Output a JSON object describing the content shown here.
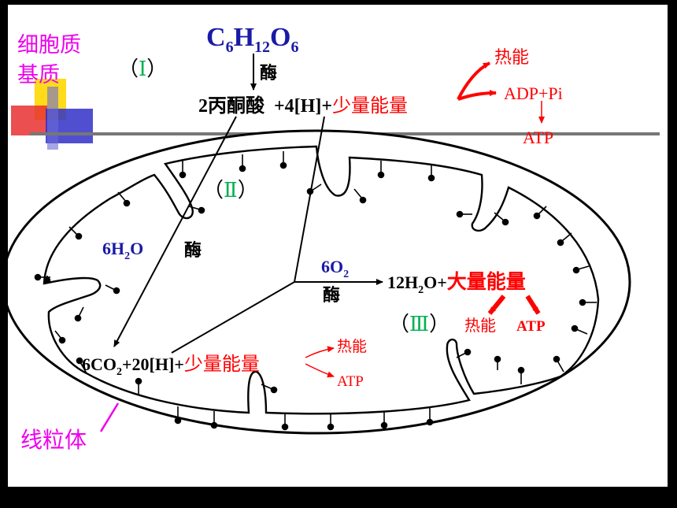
{
  "colors": {
    "black": "#000000",
    "red": "#ff0000",
    "blue": "#1a1aa6",
    "green": "#00b050",
    "magenta": "#ee00ee",
    "deco_yellow": "#ffd700",
    "deco_red": "#e83030",
    "deco_blue": "#3030c8"
  },
  "labels": {
    "cytoplasm_line1": "细胞质",
    "cytoplasm_line2": "基质",
    "mitochondrion": "线粒体",
    "stage1": "（",
    "stage1_num": "Ⅰ",
    "stage1_close": "）",
    "stage2": "（",
    "stage2_num": "Ⅱ",
    "stage2_close": "）",
    "stage3": "（",
    "stage3_num": "Ⅲ",
    "stage3_close": "）"
  },
  "stage1": {
    "glucose": {
      "C": "C",
      "c_sub": "6",
      "H": "H",
      "h_sub": "12",
      "O": "O",
      "o_sub": "6"
    },
    "enzyme": "酶",
    "pyruvate": "2丙酮酸",
    "hydrogen": "+4[H]+",
    "energy": "少量能量",
    "heat": "热能",
    "adp": "ADP+Pi",
    "atp": "ATP"
  },
  "stage2": {
    "water": {
      "pre": "6H",
      "sub": "2",
      "post": "O"
    },
    "enzyme": "酶",
    "co2": {
      "pre": "6CO",
      "sub": "2",
      "post": "+20[H]"
    },
    "plus": "+",
    "energy": "少量能量",
    "heat": "热能",
    "atp": "ATP"
  },
  "stage3": {
    "oxygen": {
      "pre": "6O",
      "sub": "2"
    },
    "enzyme": "酶",
    "water": {
      "pre": "12H",
      "sub": "2",
      "post": "O+"
    },
    "energy": "大量能量",
    "heat": "热能",
    "atp": "ATP"
  }
}
